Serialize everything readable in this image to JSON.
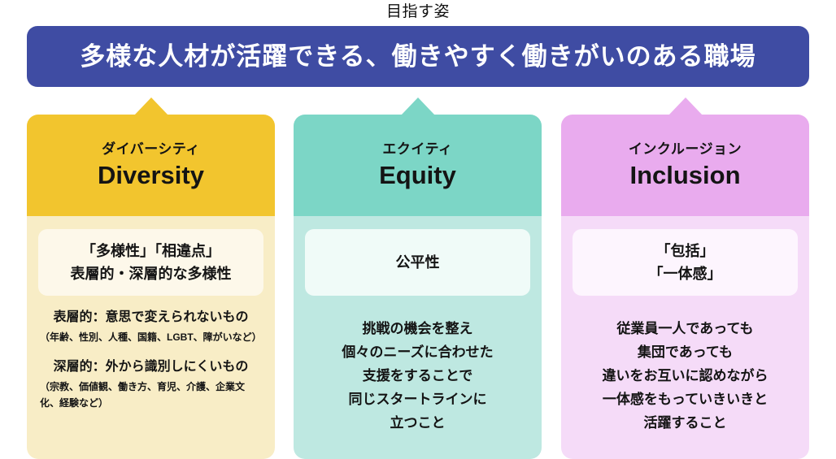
{
  "page": {
    "title": "目指す姿"
  },
  "vision_banner": {
    "text": "多様な人材が活躍できる、働きやすく働きがいのある職場",
    "background_color": "#3f4ca3",
    "text_color": "#ffffff"
  },
  "pillars": [
    {
      "id": "diversity",
      "label_jp": "ダイバーシティ",
      "label_en": "Diversity",
      "header_color": "#f2c52e",
      "body_color": "#f8edc6",
      "keyword_box_color": "#fdf8ea",
      "keyword_lines": [
        "「多様性」「相違点」",
        "表層的・深層的な多様性"
      ],
      "details": [
        {
          "heading": "表層的：意思で変えられないもの",
          "note": "（年齢、性別、人種、国籍、LGBT、障がいなど）"
        },
        {
          "heading": "深層的：外から識別しにくいもの",
          "note": "（宗教、価値観、働き方、育児、介護、企業文化、経験など）"
        }
      ],
      "description_lines": []
    },
    {
      "id": "equity",
      "label_jp": "エクイティ",
      "label_en": "Equity",
      "header_color": "#7cd6c6",
      "body_color": "#bee8e1",
      "keyword_box_color": "#f0fbf8",
      "keyword_lines": [
        "公平性"
      ],
      "details": [],
      "description_lines": [
        "挑戦の機会を整え",
        "個々のニーズに合わせた",
        "支援をすることで",
        "同じスタートラインに",
        "立つこと"
      ]
    },
    {
      "id": "inclusion",
      "label_jp": "インクルージョン",
      "label_en": "Inclusion",
      "header_color": "#e9abee",
      "body_color": "#f5dbf8",
      "keyword_box_color": "#fdf5fe",
      "keyword_lines": [
        "「包括」",
        "「一体感」"
      ],
      "details": [],
      "description_lines": [
        "従業員一人であっても",
        "集団であっても",
        "違いをお互いに認めながら",
        "一体感をもっていきいきと",
        "活躍すること"
      ]
    }
  ]
}
